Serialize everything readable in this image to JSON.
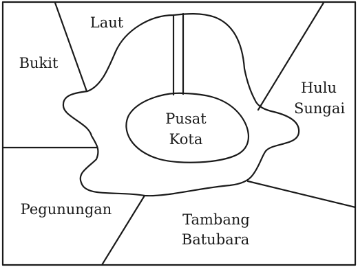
{
  "regions": {
    "laut": "Laut",
    "bukit": "Bukit",
    "hulu_sungai": [
      "Hulu",
      "Sungai"
    ],
    "pusat_kota": [
      "Pusat",
      "Kota"
    ],
    "pegunungan": "Pegunungan",
    "tambang_batubara": [
      "Tambang",
      "Batubara"
    ]
  },
  "colors": {
    "ink": "#1a1a1a",
    "paper": "#ffffff"
  }
}
